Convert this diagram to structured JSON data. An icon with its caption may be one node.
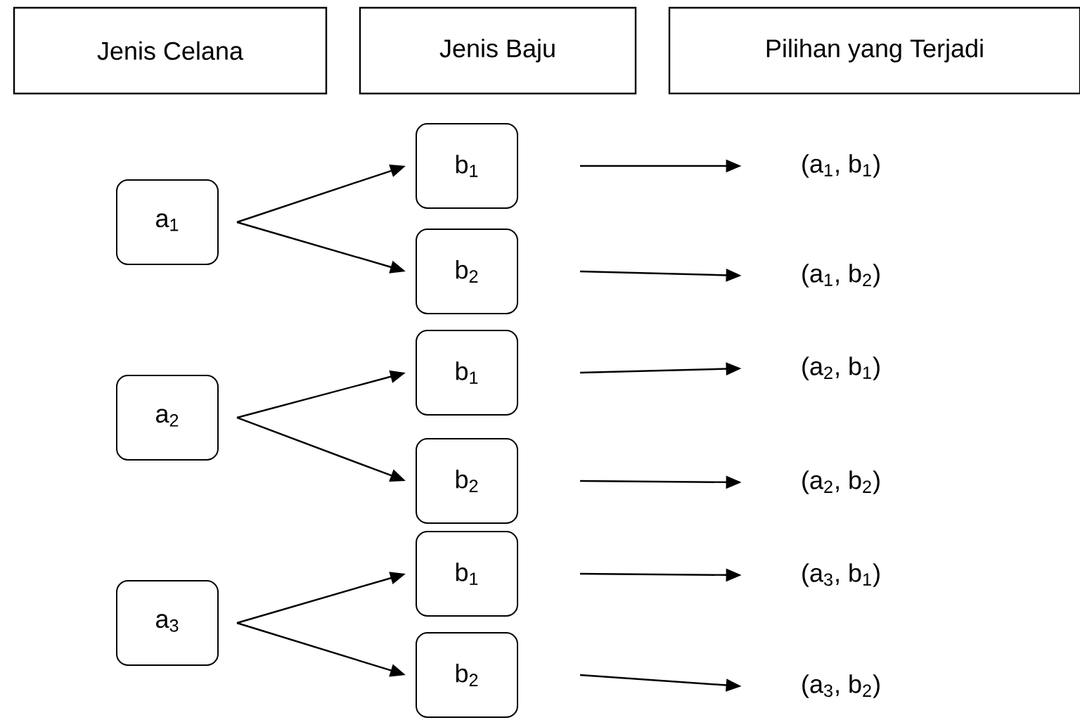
{
  "diagram": {
    "nodes": [
      {
        "text": [
          "Jenis Celana"
        ]
      },
      {
        "text": [
          "Jenis Baju"
        ]
      },
      {
        "text": [
          "Pilihan yang Terjadi"
        ]
      },
      {
        "text": [
          "a$_{1}$"
        ]
      },
      {
        "text": [
          "b$_{1}$"
        ]
      },
      {
        "text": [
          "b$_{2}$"
        ]
      },
      {
        "text": [
          "(a$_{1}$, b$_{1}$)"
        ]
      },
      {
        "text": [
          "(a$_{1}$, b$_{2}$)"
        ]
      },
      {
        "text": [
          "a$_{2}$"
        ]
      },
      {
        "text": [
          "b$_{1}$"
        ]
      },
      {
        "text": [
          "b$_{2}$"
        ]
      },
      {
        "text": [
          "(a$_{2}$, b$_{1}$)"
        ]
      },
      {
        "text": [
          "(a$_{2}$, b$_{2}$)"
        ]
      },
      {
        "text": [
          "a$_{3}$"
        ]
      },
      {
        "text": [
          "b$_{1}$"
        ]
      },
      {
        "text": [
          "b$_{2}$"
        ]
      },
      {
        "text": [
          "(a$_{3}$, b$_{1}$)"
        ]
      },
      {
        "text": [
          "(a$_{3}$, b$_{2}$)"
        ]
      }
    ],
    "edges": [
      {
        "from": 3,
        "to": 4,
        "arrow": "to"
      },
      {
        "from": 3,
        "to": 5,
        "arrow": "to"
      },
      {
        "from": 4,
        "to": 6,
        "arrow": "to"
      },
      {
        "from": 5,
        "to": 7,
        "arrow": "to"
      },
      {
        "from": 8,
        "to": 9,
        "arrow": "to"
      },
      {
        "from": 8,
        "to": 10,
        "arrow": "to"
      },
      {
        "from": 9,
        "to": 11,
        "arrow": "to"
      },
      {
        "from": 10,
        "to": 12,
        "arrow": "to"
      },
      {
        "from": 13,
        "to": 14,
        "arrow": "to"
      },
      {
        "from": 13,
        "to": 15,
        "arrow": "to"
      },
      {
        "from": 14,
        "to": 16,
        "arrow": "to"
      },
      {
        "from": 15,
        "to": 17,
        "arrow": "to"
      }
    ]
  }
}
